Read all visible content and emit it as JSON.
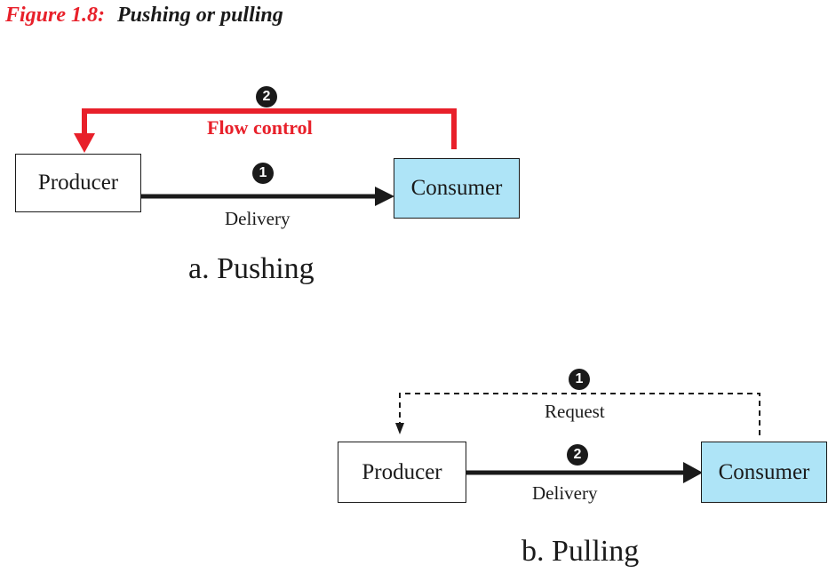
{
  "figure": {
    "number": "Figure 1.8:",
    "title": "Pushing or pulling"
  },
  "pushing": {
    "producer": "Producer",
    "consumer": "Consumer",
    "delivery_step": "1",
    "delivery_label": "Delivery",
    "flow_step": "2",
    "flow_label": "Flow control",
    "caption": "a. Pushing"
  },
  "pulling": {
    "producer": "Producer",
    "consumer": "Consumer",
    "request_step": "1",
    "request_label": "Request",
    "delivery_step": "2",
    "delivery_label": "Delivery",
    "caption": "b. Pulling"
  },
  "colors": {
    "flow_control": "#e8202a",
    "consumer_fill": "#aee4f7",
    "ink": "#1a1a1a"
  }
}
